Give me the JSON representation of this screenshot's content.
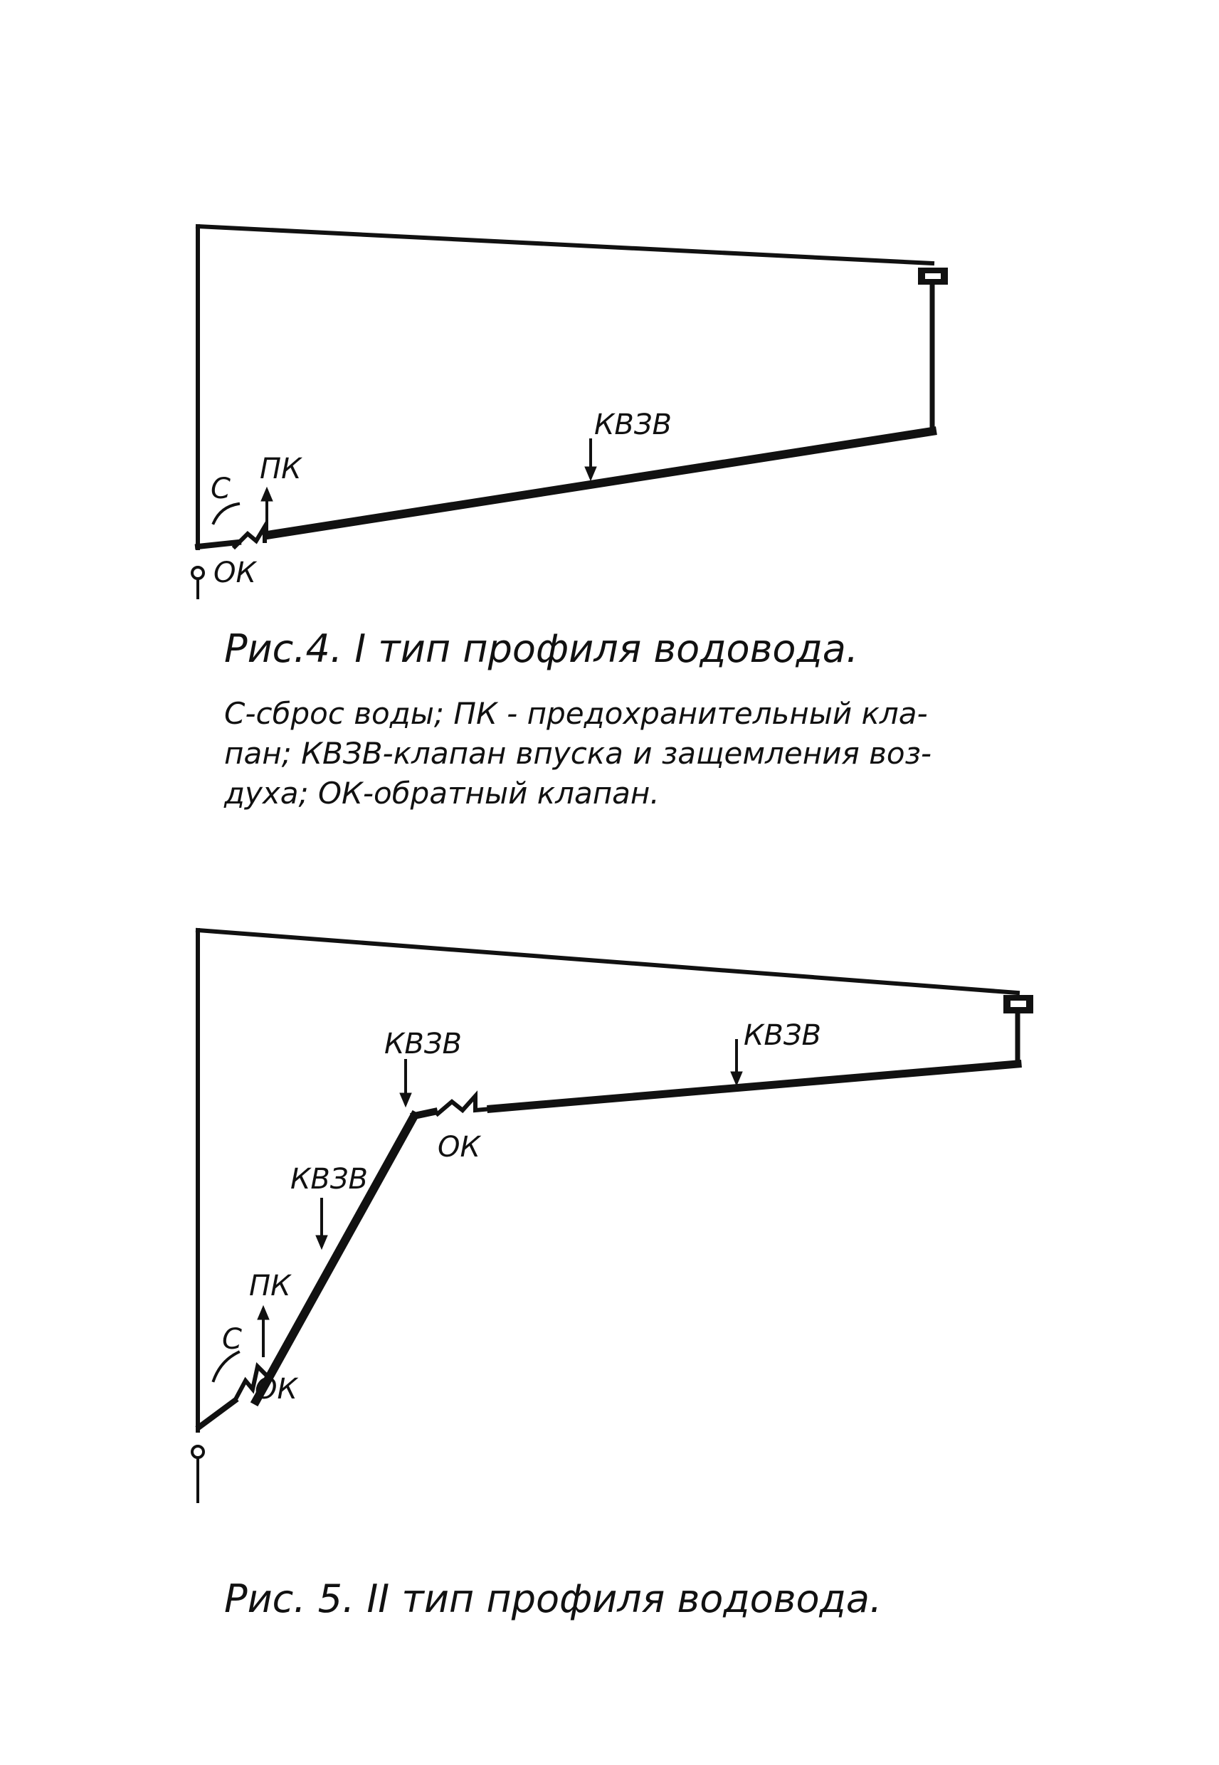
{
  "figure4": {
    "labels": {
      "kv3v": "КВЗВ",
      "pk": "ПК",
      "s": "С",
      "ok": "ОК"
    },
    "caption_title": "Рис.4. I тип профиля водовода.",
    "caption_lines": [
      "С-сброс воды; ПК - предохранительный кла-",
      "пан; КВЗВ-клапан впуска и защемления воз-",
      "духа; ОК-обратный клапан."
    ]
  },
  "figure5": {
    "labels": {
      "kv3v_top": "КВЗВ",
      "kv3v_right": "КВЗВ",
      "kv3v_slope": "КВЗВ",
      "ok_top": "ОК",
      "pk": "ПК",
      "s": "С",
      "ok_bottom": "ОК"
    },
    "caption_title": "Рис. 5. II тип профиля водовода."
  },
  "colors": {
    "ink": "#111111",
    "paper": "#ffffff"
  }
}
